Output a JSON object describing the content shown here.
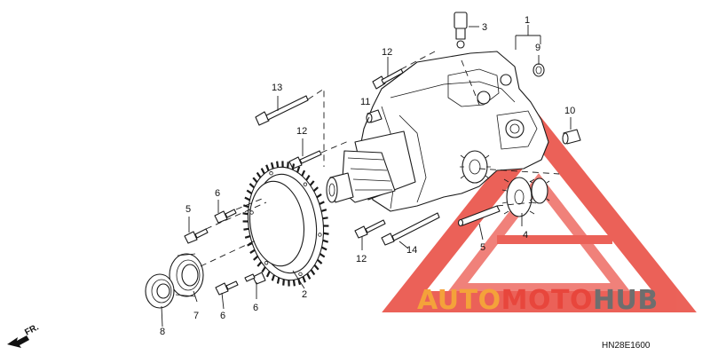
{
  "diagram": {
    "drawing_code": "HN28E1600",
    "front_marker": "FR.",
    "callouts": [
      {
        "id": "c1",
        "label": "1"
      },
      {
        "id": "c2",
        "label": "2"
      },
      {
        "id": "c3",
        "label": "3"
      },
      {
        "id": "c4",
        "label": "4"
      },
      {
        "id": "c5",
        "label": "5"
      },
      {
        "id": "c5b",
        "label": "5"
      },
      {
        "id": "c6a",
        "label": "6"
      },
      {
        "id": "c6b",
        "label": "6"
      },
      {
        "id": "c6c",
        "label": "6"
      },
      {
        "id": "c7",
        "label": "7"
      },
      {
        "id": "c8",
        "label": "8"
      },
      {
        "id": "c9",
        "label": "9"
      },
      {
        "id": "c10",
        "label": "10"
      },
      {
        "id": "c11",
        "label": "11"
      },
      {
        "id": "c12a",
        "label": "12"
      },
      {
        "id": "c12b",
        "label": "12"
      },
      {
        "id": "c12c",
        "label": "12"
      },
      {
        "id": "c13",
        "label": "13"
      },
      {
        "id": "c14",
        "label": "14"
      }
    ]
  },
  "watermark": {
    "word_part1": "AUTO",
    "word_part2": "MOTO",
    "word_part3": "HUB",
    "color_orange": "#f4a23a",
    "color_red": "#e8463c",
    "color_grey": "#6e6e6e"
  }
}
